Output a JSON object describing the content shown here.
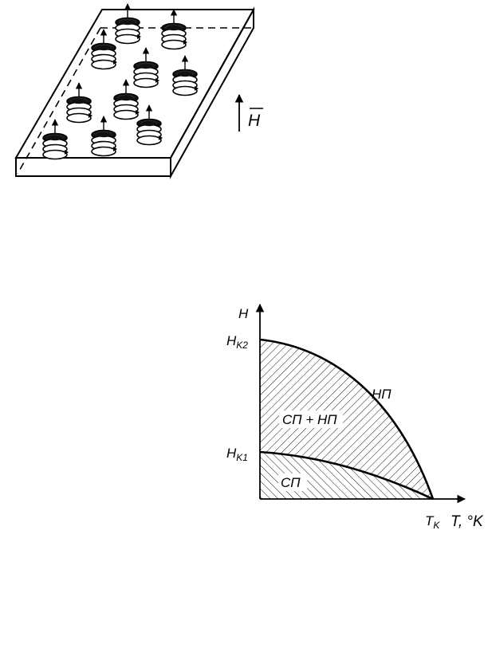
{
  "field_diagram": {
    "field_symbol": "H",
    "vortices": [
      {
        "col": 0,
        "row": 0
      },
      {
        "col": 1,
        "row": 0
      },
      {
        "col": 0,
        "row": 1
      },
      {
        "col": 1,
        "row": 1
      },
      {
        "col": 2,
        "row": 1
      },
      {
        "col": 0,
        "row": 2
      },
      {
        "col": 1,
        "row": 2
      },
      {
        "col": 0,
        "row": 3
      },
      {
        "col": 1,
        "row": 3
      },
      {
        "col": 2,
        "row": 3
      }
    ]
  },
  "phase_diagram": {
    "axis_y_label": "H",
    "axis_x_label": "T, °K",
    "ticks": {
      "hk2": {
        "base": "H",
        "sub": "K2"
      },
      "hk1": {
        "base": "H",
        "sub": "K1"
      },
      "tk": {
        "base": "T",
        "sub": "K"
      }
    },
    "regions": {
      "normal": "НП",
      "mixed": "СП + НП",
      "super": "СП"
    }
  }
}
